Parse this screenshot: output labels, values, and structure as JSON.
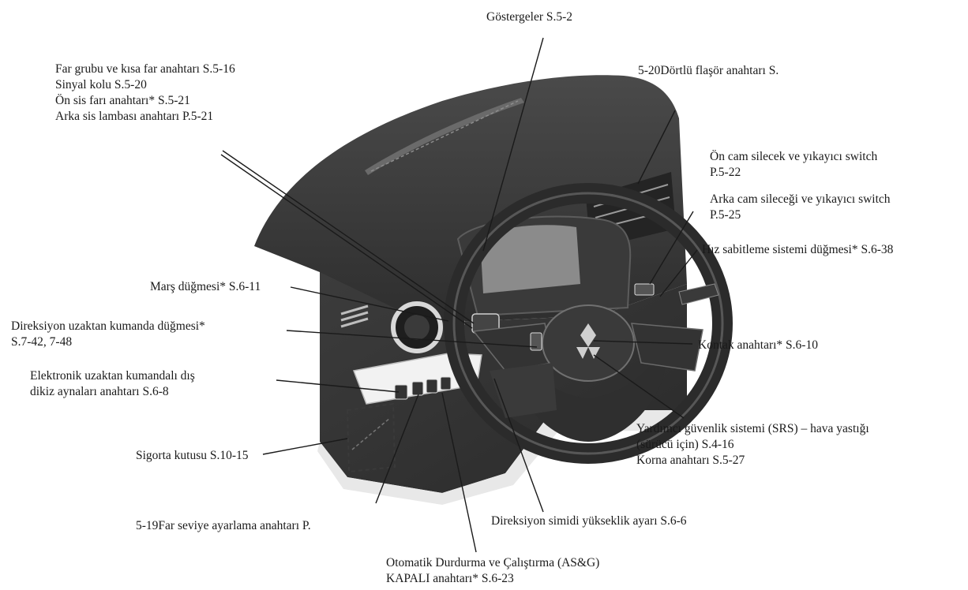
{
  "labels": {
    "gauges": "Göstergeler S.5-2",
    "headlight": [
      "Far grubu ve kısa far anahtarı S.5-16",
      "Sinyal kolu S.5-20",
      "Ön sis farı anahtarı* S.5-21",
      "Arka sis lambası anahtarı P.5-21"
    ],
    "hazard": "5-20Dörtlü flaşör anahtarı S.",
    "front_wiper": [
      "Ön cam silecek ve yıkayıcı switch",
      "P.5-22"
    ],
    "rear_wiper": [
      "Arka cam sileceği ve yıkayıcı switch",
      "P.5-25"
    ],
    "cruise": "Hız sabitleme sistemi düğmesi* S.6-38",
    "start_button": "Marş düğmesi* S.6-11",
    "steering_remote": [
      "Direksiyon uzaktan kumanda düğmesi*",
      "S.7-42, 7-48"
    ],
    "mirror_switch": [
      "Elektronik uzaktan kumandalı dış",
      "dikiz aynaları anahtarı S.6-8"
    ],
    "ignition": "Kontak anahtarı* S.6-10",
    "fuse_box": "Sigorta kutusu S.10-15",
    "srs": [
      "Yardımcı güvenlik sistemi (SRS) – hava yastığı",
      "(sürücü için) S.4-16",
      "Korna anahtarı S.5-27"
    ],
    "headlight_level": "5-19Far seviye ayarlama anahtarı P.",
    "steering_tilt": "Direksiyon simidi yükseklik ayarı S.6-6",
    "asg": [
      "Otomatik Durdurma ve Çalıştırma (AS&G)",
      "KAPALI anahtarı* S.6-23"
    ]
  }
}
